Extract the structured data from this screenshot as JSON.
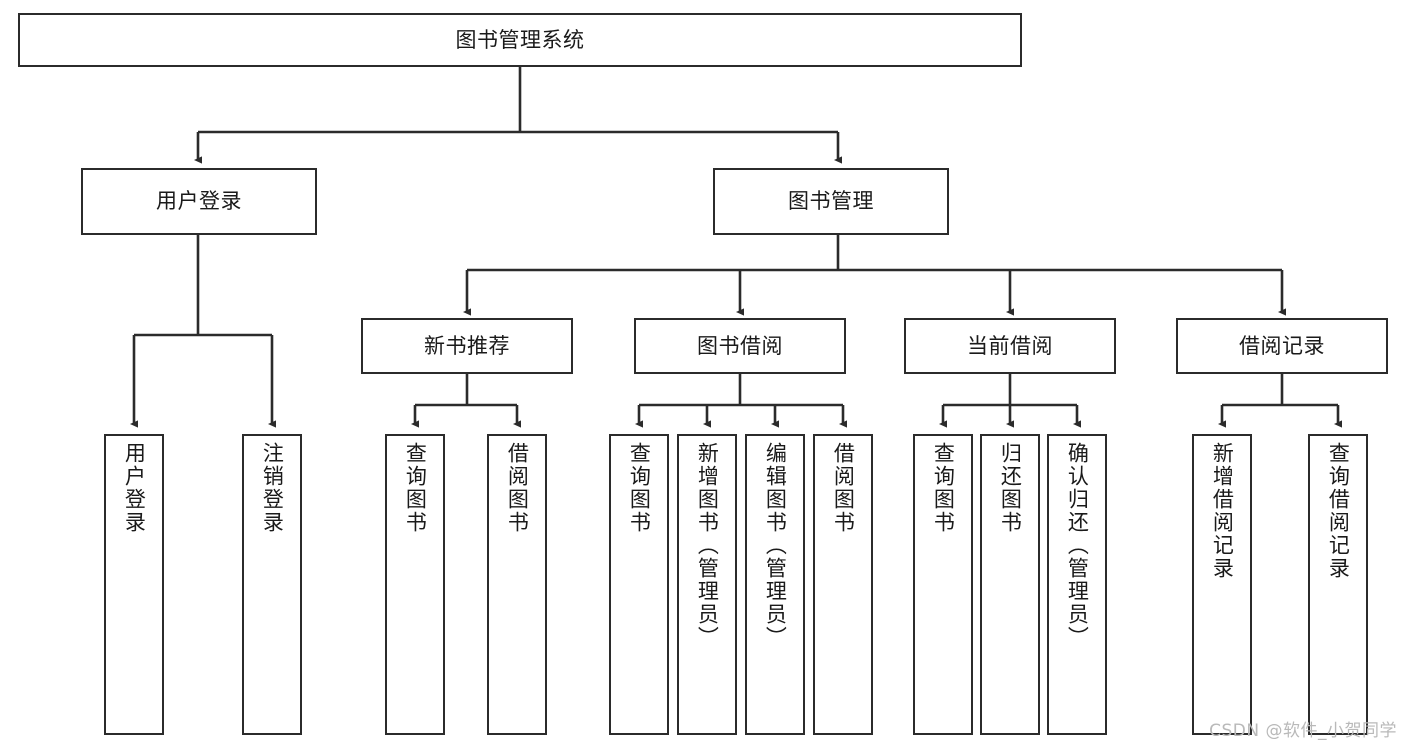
{
  "diagram": {
    "title": "图书管理系统",
    "watermark": "CSDN @软件_小贺同学",
    "colors": {
      "stroke": "#2b2b2b",
      "background": "#ffffff",
      "text": "#1a1a1a",
      "watermark": "#b9b9b9"
    },
    "levels": {
      "root": {
        "label": "图书管理系统"
      },
      "level2": [
        {
          "label": "用户登录"
        },
        {
          "label": "图书管理"
        }
      ],
      "level3": [
        {
          "label": "新书推荐"
        },
        {
          "label": "图书借阅"
        },
        {
          "label": "当前借阅"
        },
        {
          "label": "借阅记录"
        }
      ],
      "leaves": {
        "user_login": [
          {
            "label": "用户登录"
          },
          {
            "label": "注销登录"
          }
        ],
        "new_book_recommend": [
          {
            "label": "查询图书"
          },
          {
            "label": "借阅图书"
          }
        ],
        "book_borrow": [
          {
            "label": "查询图书"
          },
          {
            "label": "新增图书（管理员）"
          },
          {
            "label": "编辑图书（管理员）"
          },
          {
            "label": "借阅图书"
          }
        ],
        "current_borrow": [
          {
            "label": "查询图书"
          },
          {
            "label": "归还图书"
          },
          {
            "label": "确认归还（管理员）"
          }
        ],
        "borrow_records": [
          {
            "label": "新增借阅记录"
          },
          {
            "label": "查询借阅记录"
          }
        ]
      }
    }
  }
}
